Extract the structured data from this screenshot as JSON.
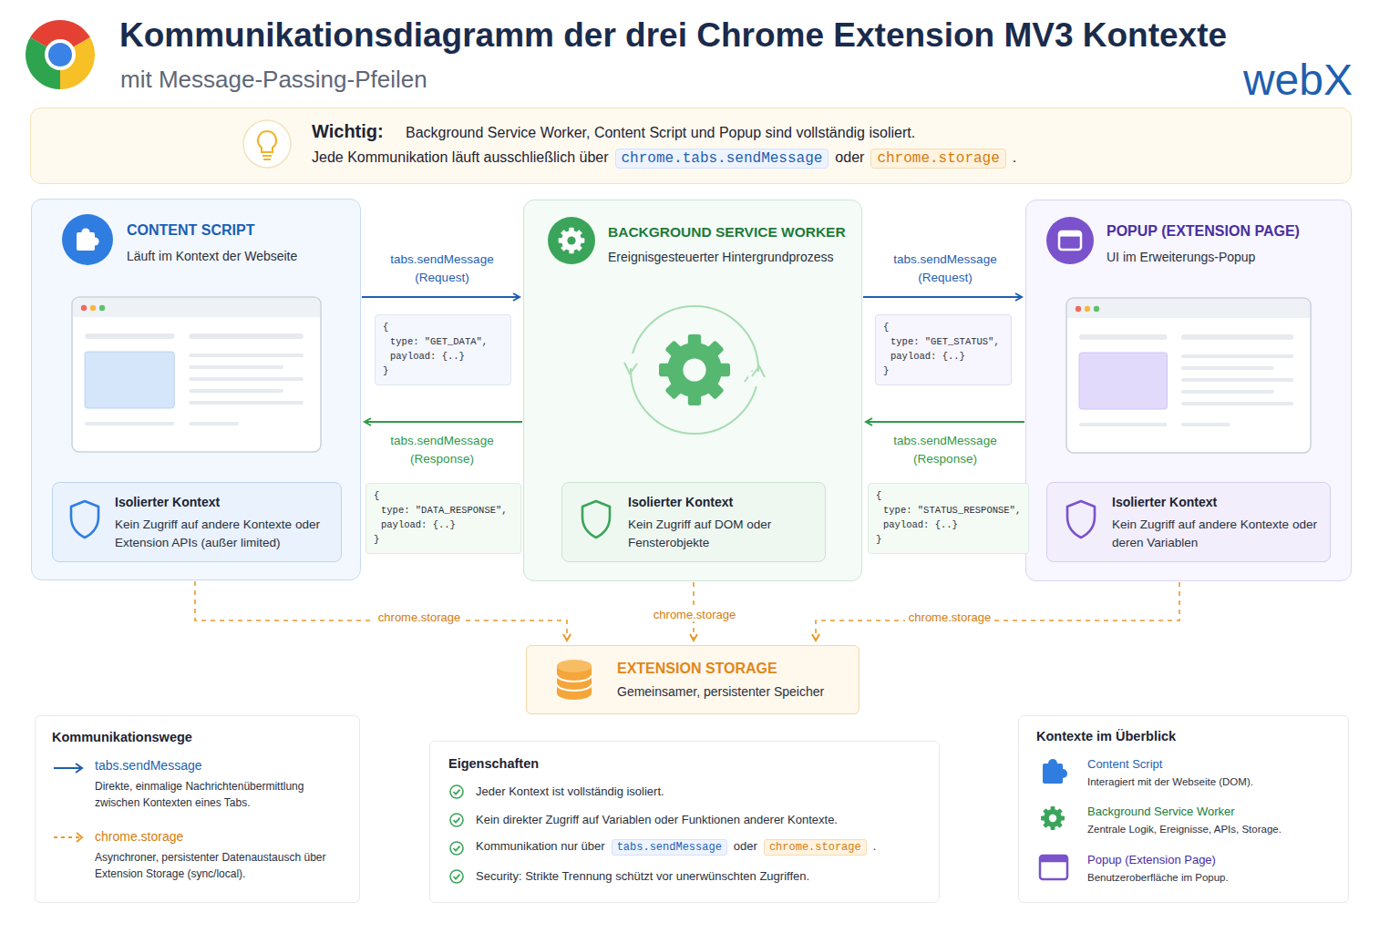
{
  "diagram": {
    "title": "Kommunikationsdiagramm der drei Chrome Extension MV3 Kontexte",
    "caption": "mit Message-Passing-Pfeilen",
    "nodes": [
      {
        "text": [
          "Wichtig:",
          "Background Service Worker, Content Script und Popup sind vollständig isoliert.",
          "Jede Kommunikation läuft ausschließlich über",
          "chrome.tabs.sendMessage",
          "oder",
          "chrome.storage",
          "."
        ]
      },
      {
        "text": [
          "CONTENT SCRIPT",
          "Läuft im Kontext der Webseite"
        ]
      },
      {
        "text": [
          "Isolierter Kontext",
          "Kein Zugriff auf andere Kontexte oder Extension APIs (außer limited)"
        ],
        "in": 1
      },
      {
        "text": [
          "BACKGROUND SERVICE WORKER",
          "Ereignisgesteuerter Hintergrundprozess"
        ]
      },
      {
        "text": [
          "Isolierter Kontext",
          "Kein Zugriff auf DOM oder Fensterobjekte"
        ],
        "in": 3
      },
      {
        "text": [
          "POPUP (EXTENSION PAGE)",
          "UI im Erweiterungs-Popup"
        ]
      },
      {
        "text": [
          "Isolierter Kontext",
          "Kein Zugriff auf andere Kontexte oder deren Variablen"
        ],
        "in": 5
      },
      {
        "text": [
          "{",
          "type: \"GET_DATA\",",
          "payload: {..}",
          "}"
        ]
      },
      {
        "text": [
          "{",
          "type: \"DATA_RESPONSE\",",
          "payload: {..}",
          "}"
        ]
      },
      {
        "text": [
          "{",
          "type: \"GET_STATUS\",",
          "payload: {..}",
          "}"
        ]
      },
      {
        "text": [
          "{",
          "type: \"STATUS_RESPONSE\",",
          "payload: {..}",
          "}"
        ]
      },
      {
        "text": [
          "EXTENSION STORAGE",
          "Gemeinsamer, persistenter Speicher"
        ]
      },
      {
        "text": [
          "Kommunikationswege",
          "Direkte, einmalige Nachrichtenübermittlung zwischen Kontexten eines Tabs.",
          "Asynchroner, persistenter Datenaustausch über Extension Storage (sync/local)."
        ]
      },
      {
        "text": [
          "Eigenschaften",
          "Jeder Kontext ist vollständig isoliert.",
          "Kein direkter Zugriff auf Variablen oder Funktionen anderer Kontexte.",
          "Kommunikation nur über",
          "tabs.sendMessage",
          "oder",
          "chrome.storage",
          ".",
          "Security: Strikte Trennung schützt vor unerwünschten Zugriffen."
        ]
      },
      {
        "text": [
          "Kontexte im Überblick",
          "Content Script",
          "Interagiert mit der Webseite (DOM).",
          "Background Service Worker",
          "Zentrale Logik, Ereignisse, APIs, Storage.",
          "Popup (Extension Page)",
          "Benutzeroberfläche im Popup."
        ]
      }
    ],
    "edges": [
      {
        "from": 1,
        "to": 3,
        "label": "tabs.sendMessage (Request)",
        "arrow": "to"
      },
      {
        "from": 3,
        "to": 1,
        "label": "tabs.sendMessage (Response)",
        "arrow": "to"
      },
      {
        "from": 3,
        "to": 5,
        "label": "tabs.sendMessage (Request)",
        "arrow": "to"
      },
      {
        "from": 5,
        "to": 3,
        "label": "tabs.sendMessage (Response)",
        "arrow": "to"
      },
      {
        "from": 1,
        "to": 11,
        "label": "chrome.storage",
        "arrow": "to"
      },
      {
        "from": 3,
        "to": 11,
        "label": "chrome.storage",
        "arrow": "to"
      },
      {
        "from": 5,
        "to": 11,
        "label": "chrome.storage",
        "arrow": "to"
      }
    ],
    "labels": [
      "webX"
    ],
    "legend": [
      {
        "text": "tabs.sendMessage"
      },
      {
        "text": "chrome.storage"
      }
    ]
  }
}
